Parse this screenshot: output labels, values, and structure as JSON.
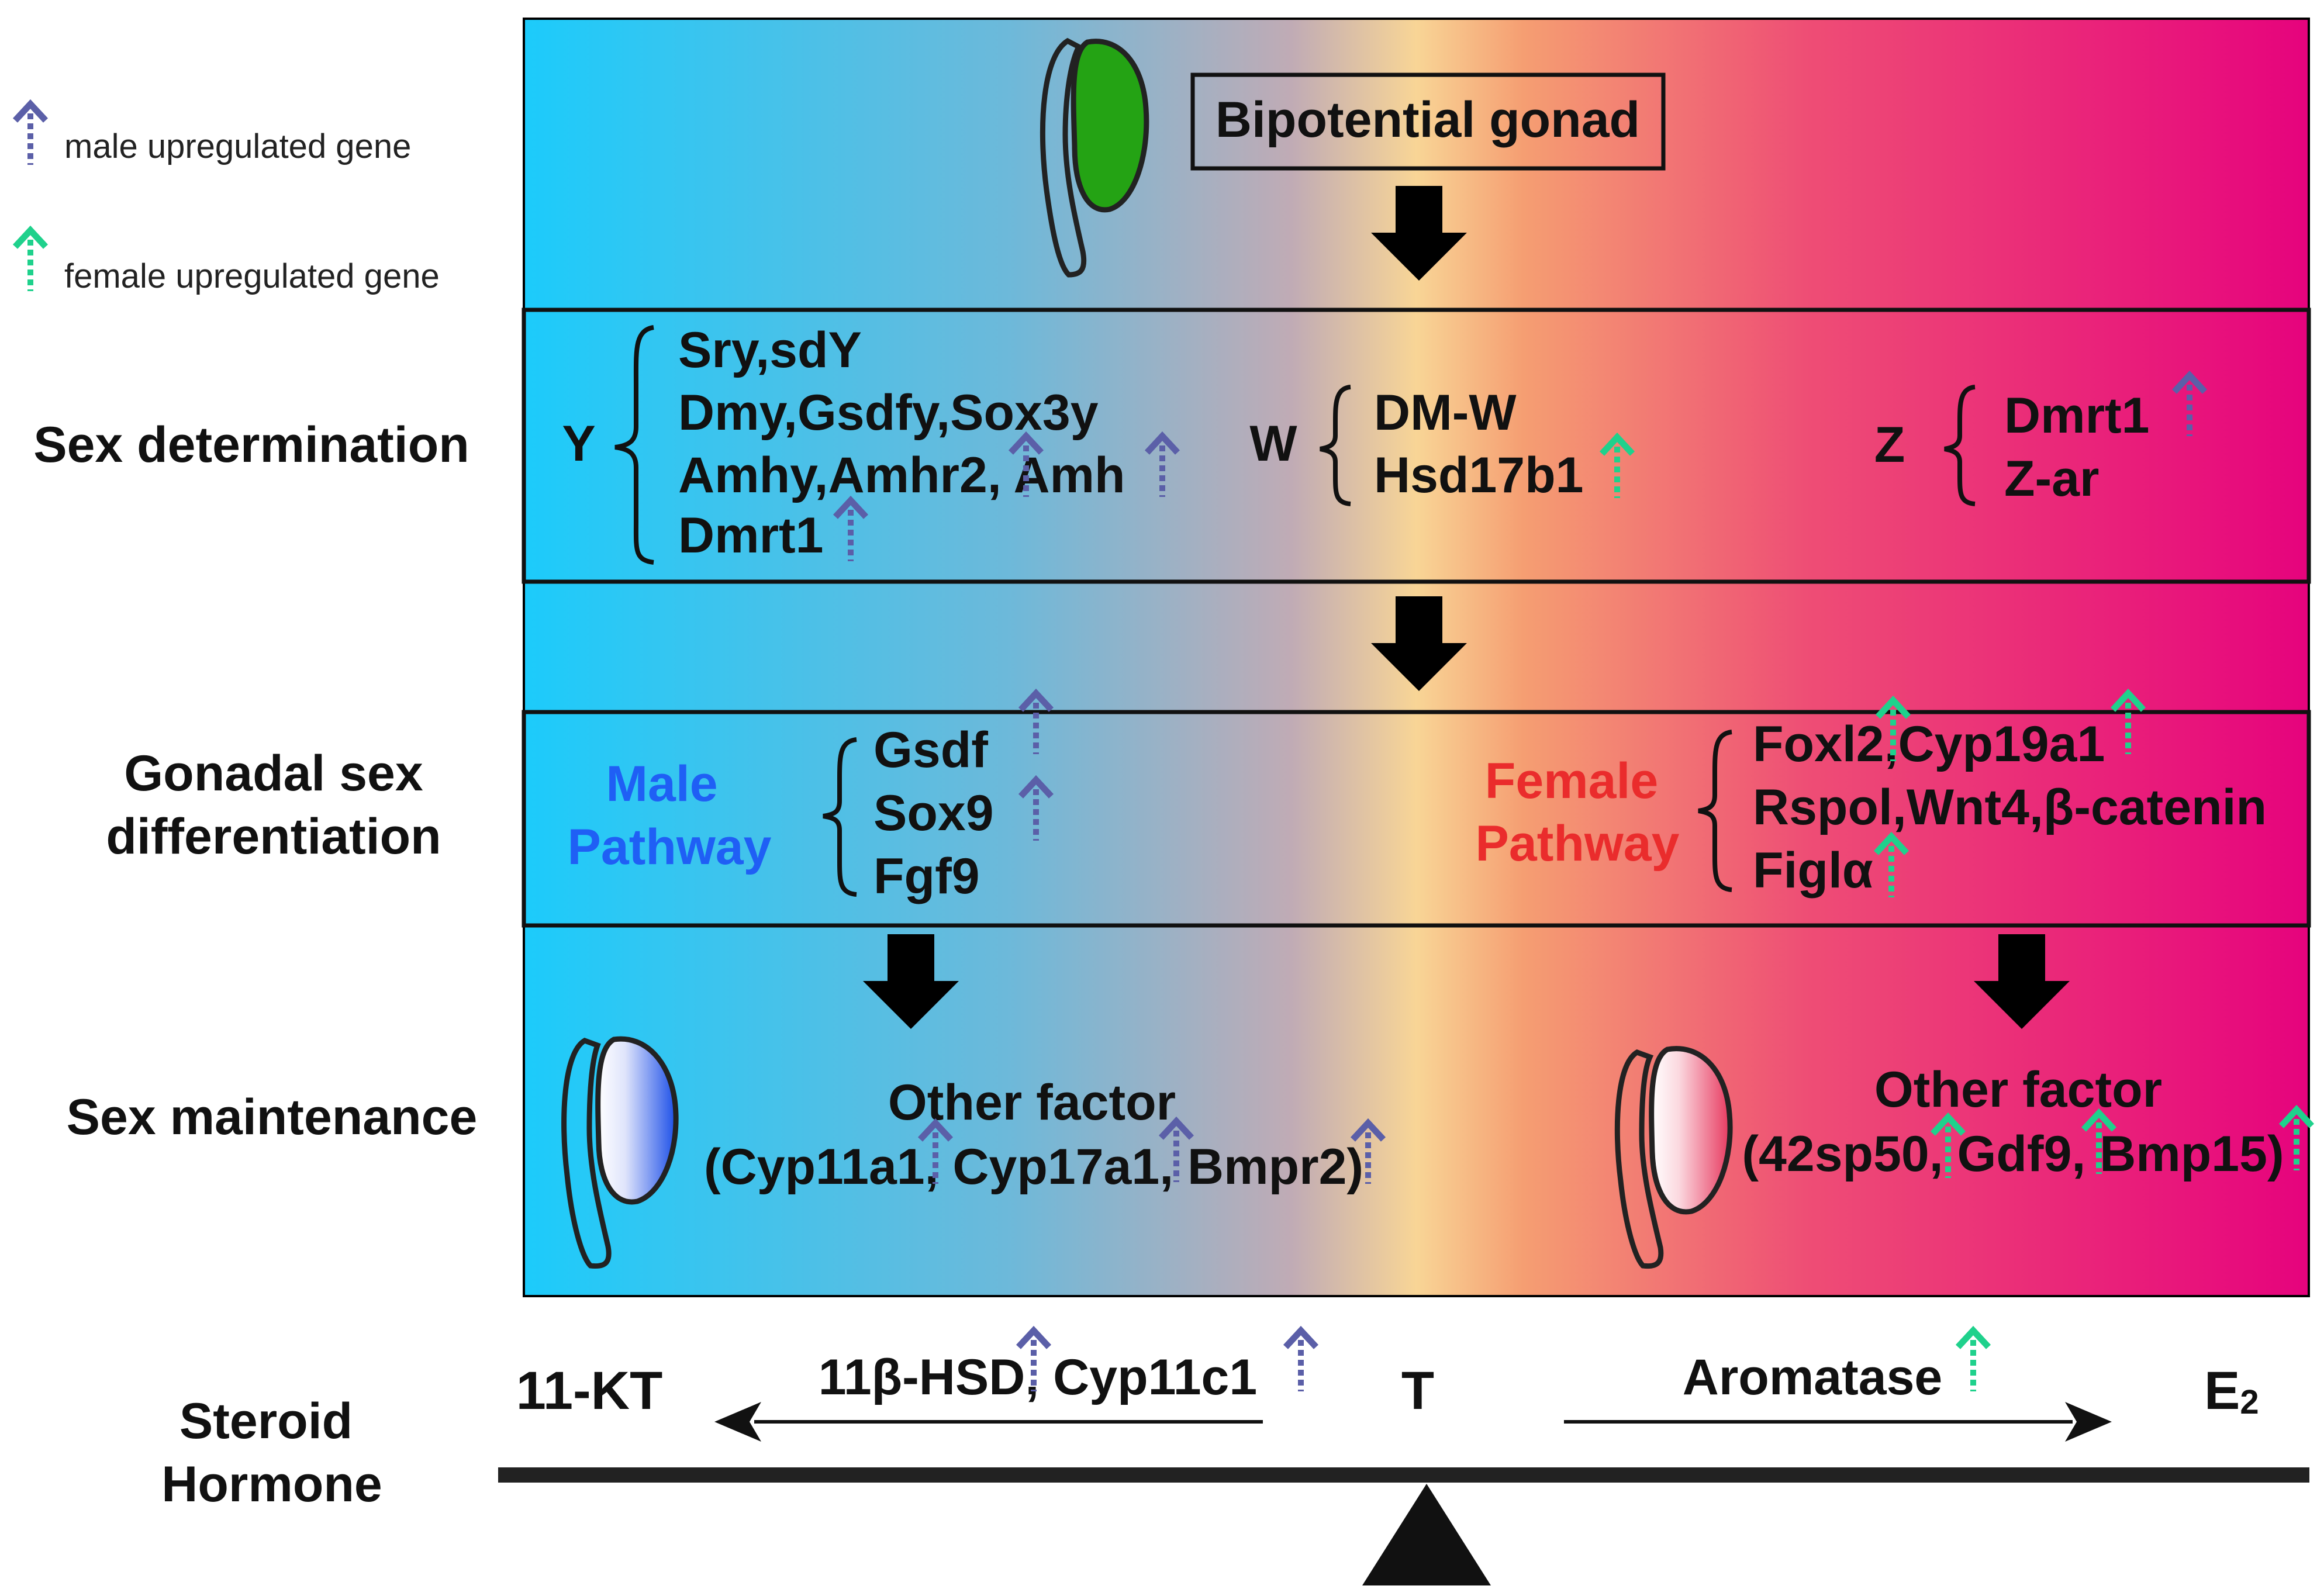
{
  "legend": {
    "male_label": "male upregulated gene",
    "female_label": "female upregulated gene"
  },
  "colors": {
    "male_arrow": "#5b5fa8",
    "female_arrow": "#1fd18c",
    "gradient_left": "#1ccbfb",
    "gradient_mid": "#f8d596",
    "gradient_right": "#e6037d",
    "male_pathway_text": "#1f5ff5",
    "female_pathway_text": "#ea2c2c",
    "gonad_green": "#24a314"
  },
  "top": {
    "bipotential_label": "Bipotential gonad"
  },
  "sex_determination": {
    "row_label": "Sex determination",
    "y_letter": "Y",
    "y_genes": [
      "Sry,sdY",
      "Dmy,Gsdfy,Sox3y",
      "Amhy,Amhr2, Amh",
      "Dmrt1"
    ],
    "w_letter": "W",
    "w_genes": [
      "DM-W",
      "Hsd17b1"
    ],
    "z_letter": "Z",
    "z_genes": [
      "Dmrt1",
      "Z-ar"
    ]
  },
  "gonadal_differentiation": {
    "row_label_line1": "Gonadal sex",
    "row_label_line2": "differentiation",
    "male_pathway_line1": "Male",
    "male_pathway_line2": "Pathway",
    "male_genes": [
      "Gsdf",
      "Sox9",
      "Fgf9"
    ],
    "female_pathway_line1": "Female",
    "female_pathway_line2": "Pathway",
    "female_genes": [
      "Foxl2,Cyp19a1",
      "Rspol,Wnt4,β-catenin",
      "Figlα"
    ]
  },
  "sex_maintenance": {
    "row_label": "Sex maintenance",
    "male_other_title": "Other factor",
    "male_other_genes": "(Cyp11a1, Cyp17a1, Bmpr2)",
    "female_other_title": "Other factor",
    "female_other_genes": "(42sp50, Gdf9, Bmp15)"
  },
  "steroid": {
    "row_label_line1": "Steroid",
    "row_label_line2": "Hormone",
    "left_product": "11-KT",
    "left_enzymes": "11β-HSD, Cyp11c1",
    "center": "T",
    "right_enzyme": "Aromatase",
    "right_product_main": "E",
    "right_product_sub": "2"
  }
}
